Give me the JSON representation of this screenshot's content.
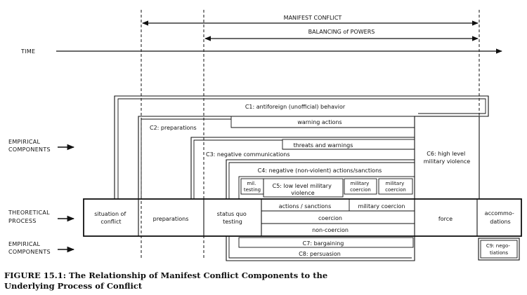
{
  "top": {
    "manifest_conflict": "MANIFEST CONFLICT",
    "balancing_of_powers": "BALANCING of POWERS",
    "time": "TIME"
  },
  "side_labels": {
    "empirical_1": [
      "EMPIRICAL",
      "COMPONENTS"
    ],
    "theoretical": [
      "THEORETICAL",
      "PROCESS"
    ],
    "empirical_2": [
      "EMPIRICAL",
      "COMPONENTS"
    ]
  },
  "components": {
    "c1": "C1: antiforeign (unofficial) behavior",
    "warning_actions": "warning actions",
    "c2": "C2: preparations",
    "threats_and_warnings": "threats and warnings",
    "c3": "C3: negative communications",
    "c4": "C4: negative (non-violent) actions/sanctions",
    "c6": [
      "C6: high level",
      "military violence"
    ],
    "mil_testing": [
      "mil.",
      "testing"
    ],
    "c5": [
      "C5: low level military",
      "violence"
    ],
    "military_coercion_1": [
      "military",
      "coercion"
    ],
    "military_coercion_2": [
      "military",
      "coercion"
    ],
    "c7": "C7: bargaining",
    "c8": "C8: persuasion",
    "c9": [
      "C9: nego-",
      "tiations"
    ]
  },
  "process": {
    "situation_of_conflict": [
      "situation of",
      "conflict"
    ],
    "preparations": "preparations",
    "status_quo_testing": [
      "status quo",
      "testing"
    ],
    "actions_sanctions": "actions / sanctions",
    "military_coercion": "military coercion",
    "coercion": "coercion",
    "non_coercion": "non-coercion",
    "force": "force",
    "accommodations": [
      "accommo-",
      "dations"
    ]
  },
  "caption": [
    "FIGURE 15.1: The Relationship of Manifest Conflict Components to the",
    "Underlying Process of Conflict"
  ]
}
